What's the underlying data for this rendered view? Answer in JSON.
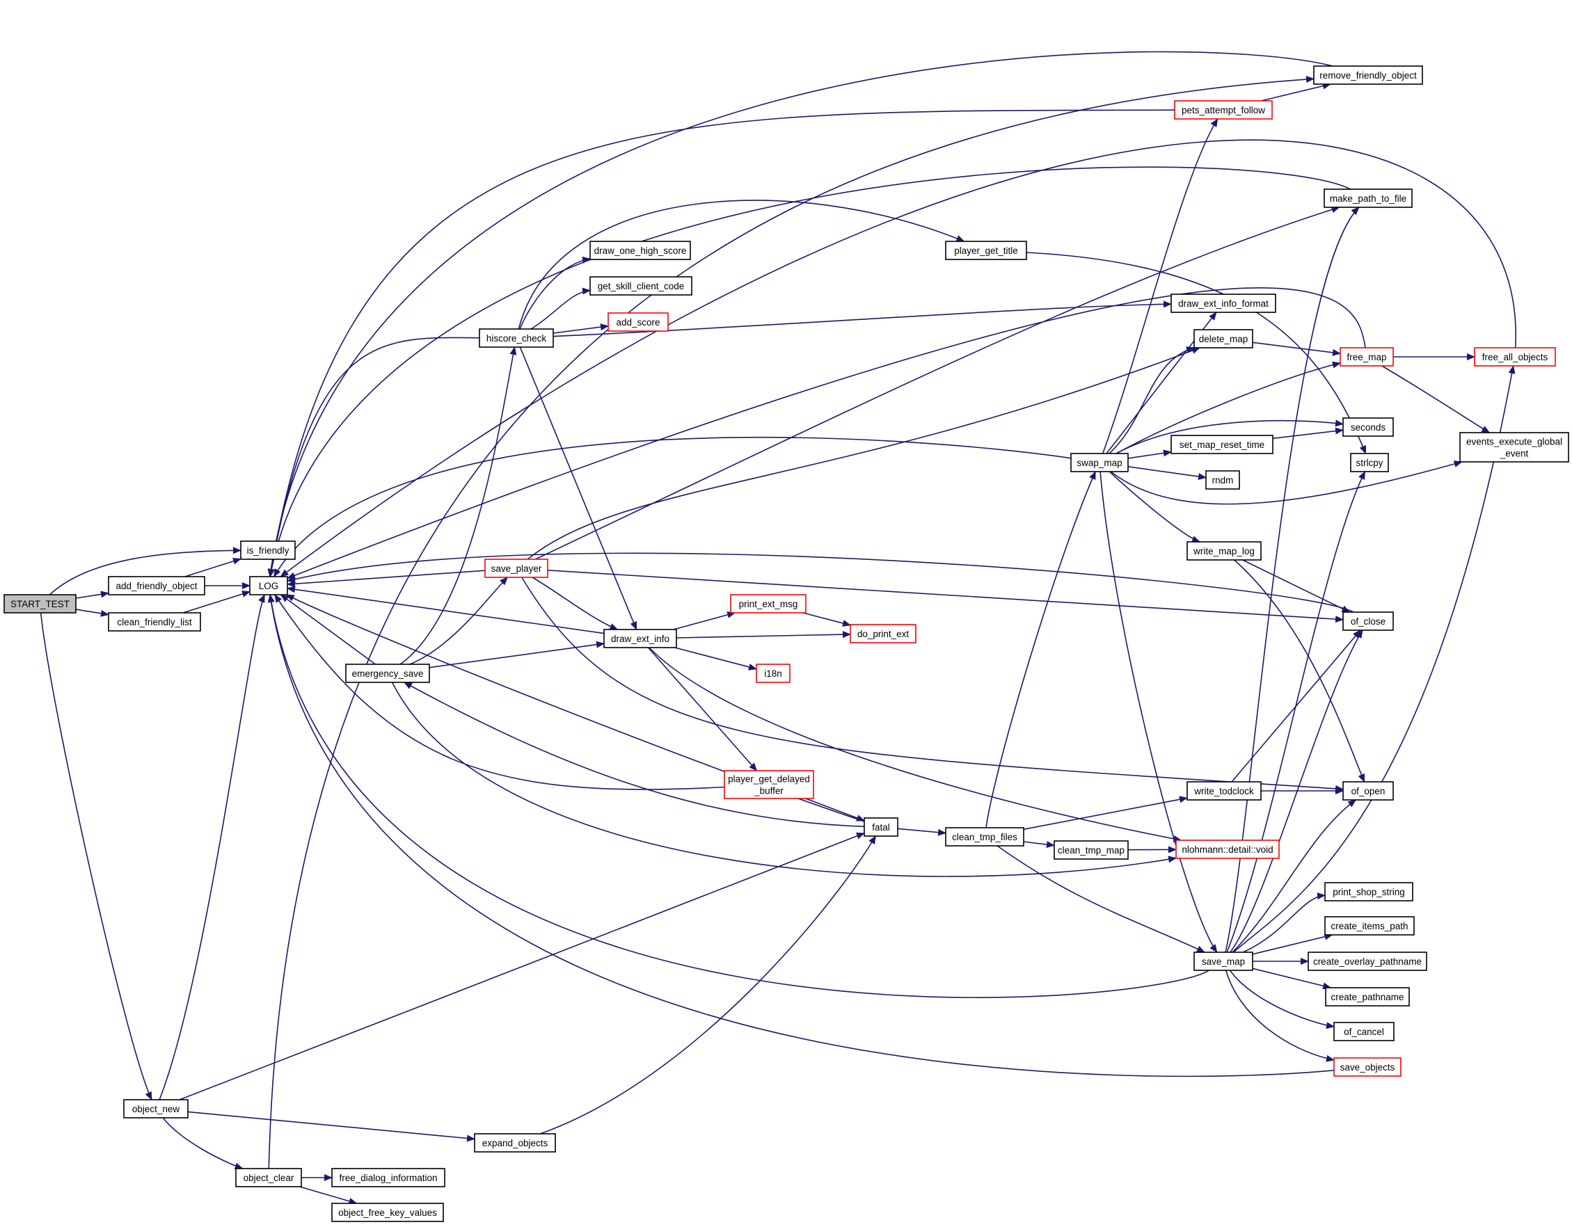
{
  "colors": {
    "edge": "#191970",
    "node_border": "#000000",
    "highlight_border": "#ff0000",
    "root_fill": "#bfbfbf",
    "node_fill": "#ffffff"
  },
  "nodes": [
    {
      "id": "start_test",
      "label": "START_TEST",
      "style": "root"
    },
    {
      "id": "is_friendly",
      "label": "is_friendly",
      "style": "normal"
    },
    {
      "id": "add_friendly_object",
      "label": "add_friendly_object",
      "style": "normal"
    },
    {
      "id": "clean_friendly_list",
      "label": "clean_friendly_list",
      "style": "normal"
    },
    {
      "id": "log",
      "label": "LOG",
      "style": "normal"
    },
    {
      "id": "object_new",
      "label": "object_new",
      "style": "normal"
    },
    {
      "id": "object_clear",
      "label": "object_clear",
      "style": "normal"
    },
    {
      "id": "free_dialog_information",
      "label": "free_dialog_information",
      "style": "normal"
    },
    {
      "id": "object_free_key_values",
      "label": "object_free_key_values",
      "style": "normal"
    },
    {
      "id": "expand_objects",
      "label": "expand_objects",
      "style": "normal"
    },
    {
      "id": "emergency_save",
      "label": "emergency_save",
      "style": "normal"
    },
    {
      "id": "hiscore_check",
      "label": "hiscore_check",
      "style": "normal"
    },
    {
      "id": "draw_one_high_score",
      "label": "draw_one_high_score",
      "style": "normal"
    },
    {
      "id": "get_skill_client_code",
      "label": "get_skill_client_code",
      "style": "normal"
    },
    {
      "id": "add_score",
      "label": "add_score",
      "style": "red"
    },
    {
      "id": "save_player",
      "label": "save_player",
      "style": "red"
    },
    {
      "id": "draw_ext_info",
      "label": "draw_ext_info",
      "style": "normal"
    },
    {
      "id": "print_ext_msg",
      "label": "print_ext_msg",
      "style": "red"
    },
    {
      "id": "do_print_ext",
      "label": "do_print_ext",
      "style": "red"
    },
    {
      "id": "i18n",
      "label": "i18n",
      "style": "red"
    },
    {
      "id": "player_get_delayed_buffer",
      "label": "player_get_delayed\n_buffer",
      "style": "red"
    },
    {
      "id": "player_get_title",
      "label": "player_get_title",
      "style": "normal"
    },
    {
      "id": "fatal",
      "label": "fatal",
      "style": "normal"
    },
    {
      "id": "clean_tmp_files",
      "label": "clean_tmp_files",
      "style": "normal"
    },
    {
      "id": "clean_tmp_map",
      "label": "clean_tmp_map",
      "style": "normal"
    },
    {
      "id": "nlohmann_void",
      "label": "nlohmann::detail::void",
      "style": "red"
    },
    {
      "id": "swap_map",
      "label": "swap_map",
      "style": "normal"
    },
    {
      "id": "save_map",
      "label": "save_map",
      "style": "normal"
    },
    {
      "id": "remove_friendly_object",
      "label": "remove_friendly_object",
      "style": "normal"
    },
    {
      "id": "pets_attempt_follow",
      "label": "pets_attempt_follow",
      "style": "red"
    },
    {
      "id": "make_path_to_file",
      "label": "make_path_to_file",
      "style": "normal"
    },
    {
      "id": "draw_ext_info_format",
      "label": "draw_ext_info_format",
      "style": "normal"
    },
    {
      "id": "delete_map",
      "label": "delete_map",
      "style": "normal"
    },
    {
      "id": "free_map",
      "label": "free_map",
      "style": "red"
    },
    {
      "id": "free_all_objects",
      "label": "free_all_objects",
      "style": "red"
    },
    {
      "id": "events_execute_global_event",
      "label": "events_execute_global\n_event",
      "style": "normal"
    },
    {
      "id": "seconds",
      "label": "seconds",
      "style": "normal"
    },
    {
      "id": "set_map_reset_time",
      "label": "set_map_reset_time",
      "style": "normal"
    },
    {
      "id": "strlcpy",
      "label": "strlcpy",
      "style": "normal"
    },
    {
      "id": "rndm",
      "label": "rndm",
      "style": "normal"
    },
    {
      "id": "write_map_log",
      "label": "write_map_log",
      "style": "normal"
    },
    {
      "id": "of_close",
      "label": "of_close",
      "style": "normal"
    },
    {
      "id": "write_todclock",
      "label": "write_todclock",
      "style": "normal"
    },
    {
      "id": "of_open",
      "label": "of_open",
      "style": "normal"
    },
    {
      "id": "print_shop_string",
      "label": "print_shop_string",
      "style": "normal"
    },
    {
      "id": "create_items_path",
      "label": "create_items_path",
      "style": "normal"
    },
    {
      "id": "create_overlay_pathname",
      "label": "create_overlay_pathname",
      "style": "normal"
    },
    {
      "id": "create_pathname",
      "label": "create_pathname",
      "style": "normal"
    },
    {
      "id": "of_cancel",
      "label": "of_cancel",
      "style": "normal"
    },
    {
      "id": "save_objects",
      "label": "save_objects",
      "style": "red"
    }
  ],
  "edges": [
    [
      "start_test",
      "is_friendly"
    ],
    [
      "start_test",
      "add_friendly_object"
    ],
    [
      "start_test",
      "clean_friendly_list"
    ],
    [
      "start_test",
      "object_new"
    ],
    [
      "add_friendly_object",
      "is_friendly"
    ],
    [
      "add_friendly_object",
      "log"
    ],
    [
      "clean_friendly_list",
      "log"
    ],
    [
      "object_new",
      "log"
    ],
    [
      "object_new",
      "fatal"
    ],
    [
      "object_new",
      "object_clear"
    ],
    [
      "object_new",
      "expand_objects"
    ],
    [
      "object_clear",
      "remove_friendly_object"
    ],
    [
      "object_clear",
      "free_dialog_information"
    ],
    [
      "object_clear",
      "object_free_key_values"
    ],
    [
      "expand_objects",
      "fatal"
    ],
    [
      "emergency_save",
      "log"
    ],
    [
      "emergency_save",
      "hiscore_check"
    ],
    [
      "emergency_save",
      "save_player"
    ],
    [
      "emergency_save",
      "draw_ext_info"
    ],
    [
      "emergency_save",
      "nlohmann_void"
    ],
    [
      "hiscore_check",
      "log"
    ],
    [
      "hiscore_check",
      "draw_one_high_score"
    ],
    [
      "hiscore_check",
      "get_skill_client_code"
    ],
    [
      "hiscore_check",
      "add_score"
    ],
    [
      "hiscore_check",
      "player_get_title"
    ],
    [
      "hiscore_check",
      "draw_ext_info_format"
    ],
    [
      "hiscore_check",
      "draw_ext_info"
    ],
    [
      "save_player",
      "log"
    ],
    [
      "save_player",
      "draw_ext_info"
    ],
    [
      "save_player",
      "make_path_to_file"
    ],
    [
      "save_player",
      "delete_map"
    ],
    [
      "save_player",
      "of_close"
    ],
    [
      "save_player",
      "of_open"
    ],
    [
      "draw_ext_info",
      "log"
    ],
    [
      "draw_ext_info",
      "print_ext_msg"
    ],
    [
      "draw_ext_info",
      "do_print_ext"
    ],
    [
      "draw_ext_info",
      "i18n"
    ],
    [
      "draw_ext_info",
      "player_get_delayed_buffer"
    ],
    [
      "draw_ext_info",
      "nlohmann_void"
    ],
    [
      "print_ext_msg",
      "do_print_ext"
    ],
    [
      "player_get_delayed_buffer",
      "log"
    ],
    [
      "player_get_delayed_buffer",
      "fatal"
    ],
    [
      "player_get_title",
      "strlcpy"
    ],
    [
      "fatal",
      "log"
    ],
    [
      "fatal",
      "emergency_save"
    ],
    [
      "fatal",
      "clean_tmp_files"
    ],
    [
      "clean_tmp_files",
      "swap_map"
    ],
    [
      "clean_tmp_files",
      "write_todclock"
    ],
    [
      "clean_tmp_files",
      "clean_tmp_map"
    ],
    [
      "clean_tmp_files",
      "save_map"
    ],
    [
      "clean_tmp_map",
      "nlohmann_void"
    ],
    [
      "swap_map",
      "log"
    ],
    [
      "swap_map",
      "pets_attempt_follow"
    ],
    [
      "swap_map",
      "draw_ext_info_format"
    ],
    [
      "swap_map",
      "delete_map"
    ],
    [
      "swap_map",
      "free_map"
    ],
    [
      "swap_map",
      "seconds"
    ],
    [
      "swap_map",
      "set_map_reset_time"
    ],
    [
      "swap_map",
      "rndm"
    ],
    [
      "swap_map",
      "events_execute_global_event"
    ],
    [
      "swap_map",
      "write_map_log"
    ],
    [
      "swap_map",
      "save_map"
    ],
    [
      "pets_attempt_follow",
      "log"
    ],
    [
      "pets_attempt_follow",
      "remove_friendly_object"
    ],
    [
      "remove_friendly_object",
      "log"
    ],
    [
      "make_path_to_file",
      "log"
    ],
    [
      "delete_map",
      "free_map"
    ],
    [
      "free_map",
      "log"
    ],
    [
      "free_map",
      "free_all_objects"
    ],
    [
      "free_map",
      "events_execute_global_event"
    ],
    [
      "free_all_objects",
      "log"
    ],
    [
      "set_map_reset_time",
      "seconds"
    ],
    [
      "write_map_log",
      "of_close"
    ],
    [
      "write_map_log",
      "of_open"
    ],
    [
      "write_todclock",
      "of_close"
    ],
    [
      "write_todclock",
      "of_open"
    ],
    [
      "of_close",
      "log"
    ],
    [
      "save_map",
      "log"
    ],
    [
      "save_map",
      "make_path_to_file"
    ],
    [
      "save_map",
      "strlcpy"
    ],
    [
      "save_map",
      "of_close"
    ],
    [
      "save_map",
      "of_open"
    ],
    [
      "save_map",
      "free_all_objects"
    ],
    [
      "save_map",
      "print_shop_string"
    ],
    [
      "save_map",
      "create_items_path"
    ],
    [
      "save_map",
      "create_overlay_pathname"
    ],
    [
      "save_map",
      "create_pathname"
    ],
    [
      "save_map",
      "of_cancel"
    ],
    [
      "save_map",
      "save_objects"
    ],
    [
      "save_objects",
      "log"
    ]
  ]
}
